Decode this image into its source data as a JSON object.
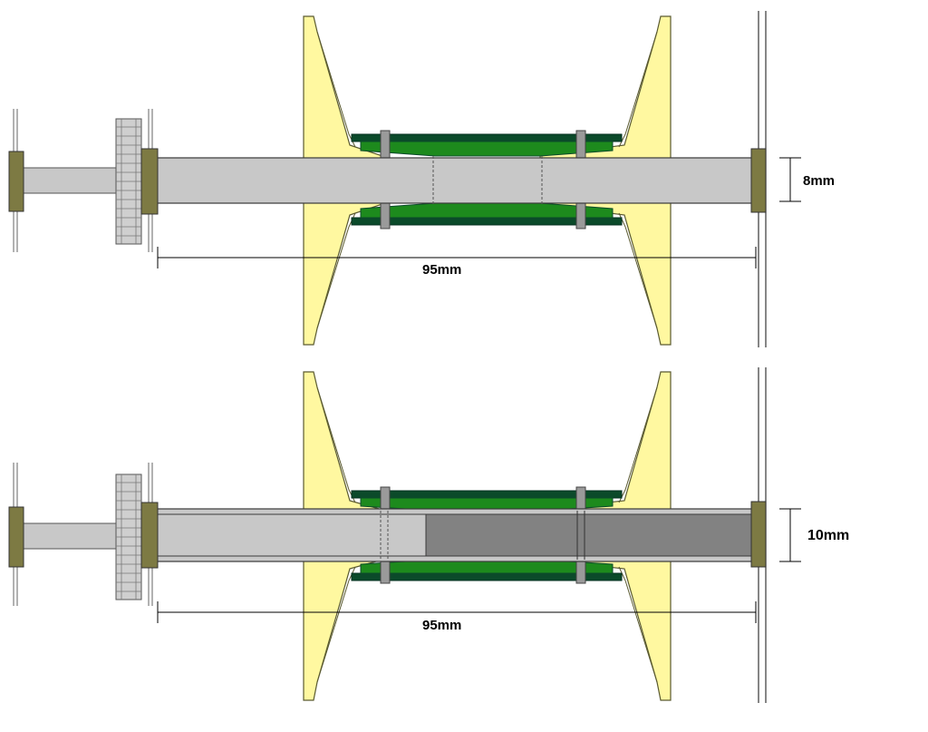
{
  "colors": {
    "background": "#ffffff",
    "flange_fill": "#fff8a0",
    "flange_stroke": "#8a8a40",
    "axle_light": "#c8c8c8",
    "axle_dark": "#828282",
    "axle_stroke": "#3a3a3a",
    "bearing_fill": "#7d7a43",
    "gear_fill": "#cfcfcf",
    "hub_green": "#1d8a1d",
    "hub_dark_green": "#0b4a2a",
    "bolt_fill": "#9a9a9a"
  },
  "assemblies": [
    {
      "shaft_diameter_label": "8mm",
      "shaft_length_label": "95mm",
      "shaft_style": "light"
    },
    {
      "shaft_diameter_label": "10mm",
      "shaft_length_label": "95mm",
      "shaft_style": "two-tone"
    }
  ]
}
